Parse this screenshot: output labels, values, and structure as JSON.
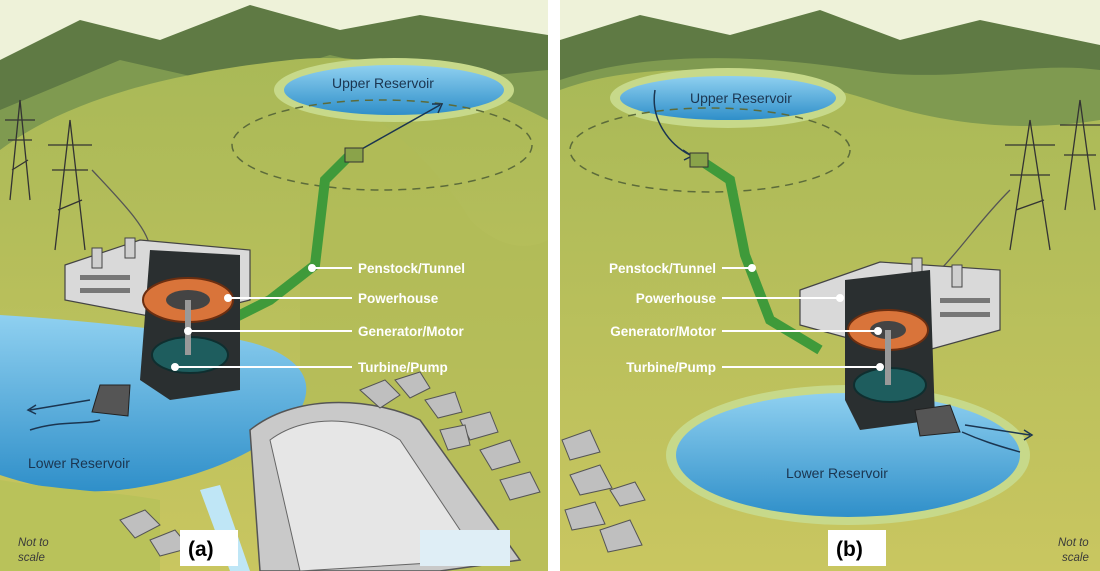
{
  "panels": [
    {
      "tag": "(a)",
      "upper_reservoir": "Upper Reservoir",
      "lower_reservoir": "Lower Reservoir",
      "scale_note": [
        "Not to",
        "scale"
      ],
      "labels": {
        "penstock": "Penstock/Tunnel",
        "powerhouse": "Powerhouse",
        "generator": "Generator/Motor",
        "turbine": "Turbine/Pump"
      }
    },
    {
      "tag": "(b)",
      "upper_reservoir": "Upper Reservoir",
      "lower_reservoir": "Lower Reservoir",
      "scale_note": [
        "Not to",
        "scale"
      ],
      "labels": {
        "penstock": "Penstock/Tunnel",
        "powerhouse": "Powerhouse",
        "generator": "Generator/Motor",
        "turbine": "Turbine/Pump"
      }
    }
  ],
  "colors": {
    "sky": "#eef2d9",
    "hill_back": "#6f8a4c",
    "hill_mid": "#8fa85a",
    "hill_front": "#b9c25a",
    "water": "#4aa6d6",
    "water_light": "#9fd3ef",
    "penstock": "#3f9a3a",
    "powerhouse": "#dcdcdc",
    "generator": "#d9743a"
  }
}
